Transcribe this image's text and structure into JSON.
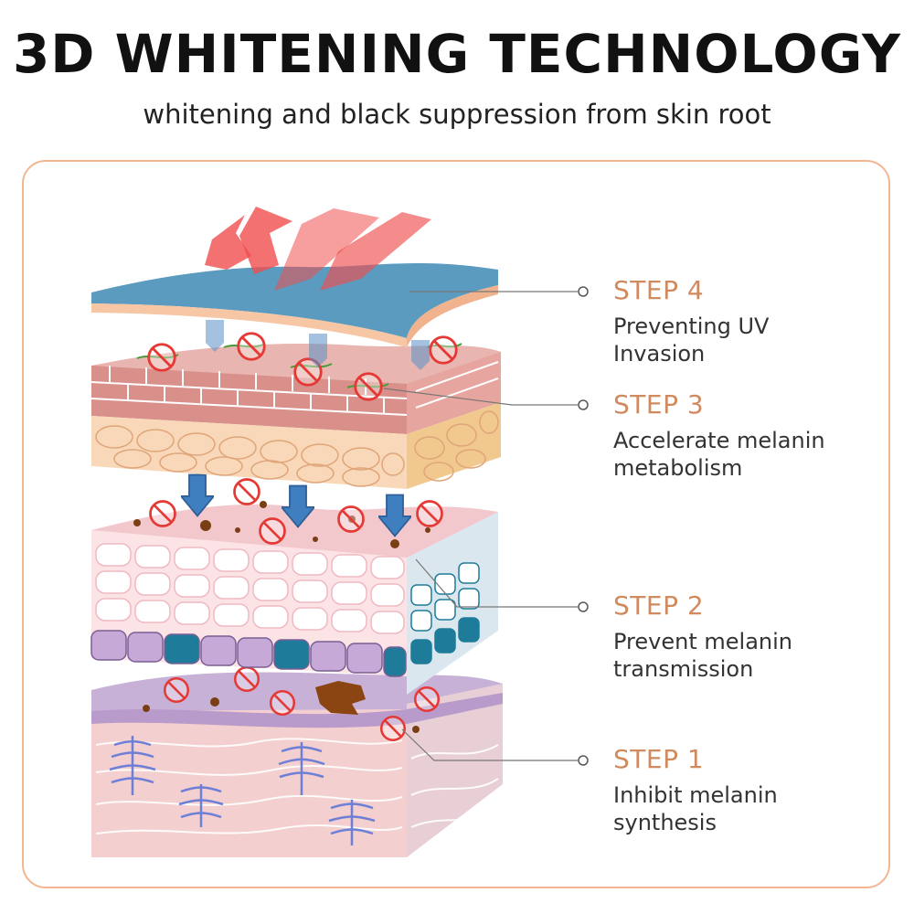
{
  "header": {
    "title": "3D WHITENING TECHNOLOGY",
    "subtitle": "whitening and black suppression from skin root"
  },
  "steps": [
    {
      "title": "STEP 4",
      "line1": "Preventing UV",
      "line2": "Invasion"
    },
    {
      "title": "STEP 3",
      "line1": "Accelerate melanin",
      "line2": "metabolism"
    },
    {
      "title": "STEP 2",
      "line1": "Prevent melanin",
      "line2": "transmission"
    },
    {
      "title": "STEP 1",
      "line1": "Inhibit melanin",
      "line2": "synthesis"
    }
  ],
  "colors": {
    "accent": "#d08a5e",
    "panel_border": "#f2b690",
    "uv_ray": "#f04e4e",
    "no_symbol": "#e53935",
    "arrow_blue": "#3f7fc0"
  }
}
